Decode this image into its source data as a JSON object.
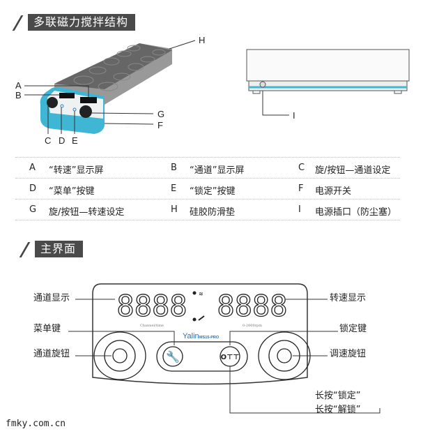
{
  "section1": {
    "title": "多联磁力搅拌结构"
  },
  "section2": {
    "title": "主界面"
  },
  "device_callouts": [
    "A",
    "B",
    "C",
    "D",
    "E",
    "F",
    "G",
    "H",
    "I"
  ],
  "legend": [
    {
      "key": "A",
      "text": "“转速”显示屏"
    },
    {
      "key": "B",
      "text": "“通道”显示屏"
    },
    {
      "key": "C",
      "text": "旋/按钮—通道设定"
    },
    {
      "key": "D",
      "text": "“菜单”按键"
    },
    {
      "key": "E",
      "text": "“锁定”按键"
    },
    {
      "key": "F",
      "text": "电源开关"
    },
    {
      "key": "G",
      "text": "旋/按钮—转速设定"
    },
    {
      "key": "H",
      "text": "硅胶防滑垫"
    },
    {
      "key": "I",
      "text": "电源插口（防尘塞）"
    }
  ],
  "panel": {
    "left_display": "8888",
    "right_display": "8888",
    "left_caption": "Channel/time",
    "right_caption": "0-2000rpm",
    "brand": "Yalin",
    "model": "MS15-PRO",
    "colors": {
      "brand": "#2a6fb5",
      "device_body": "#3fb6d3",
      "top_plate": "#6b6b6b"
    }
  },
  "labels": {
    "channel_display": "通道显示",
    "menu_key": "菜单键",
    "channel_knob": "通道旋钮",
    "speed_display": "转速显示",
    "lock_key": "锁定键",
    "speed_knob": "调速旋钮",
    "long_press_lock": "长按“锁定”",
    "long_press_unlock": "长按“解锁”"
  },
  "footer": "fmky.com.cn"
}
